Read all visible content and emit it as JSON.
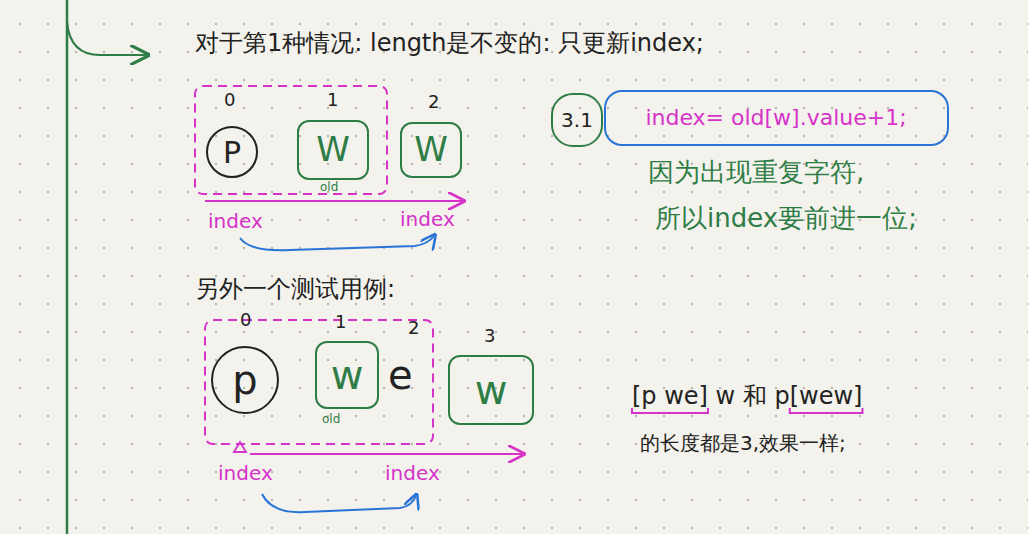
{
  "diagram": {
    "title": "对于第1种情况: length是不变的: 只更新index;",
    "nodes": [
      {
        "text": [
          "P"
        ]
      },
      {
        "text": [
          "W"
        ]
      },
      {
        "text": [
          "W"
        ]
      },
      {
        "text": [
          "3.1"
        ]
      },
      {
        "text": [
          "index= old[w].value+1;"
        ]
      },
      {
        "text": [
          "p"
        ]
      },
      {
        "text": [
          "w"
        ]
      },
      {
        "text": [
          "w"
        ]
      }
    ],
    "labels": [
      "0",
      "1",
      "2",
      "old",
      "index",
      "index",
      "因为出现重复字符,",
      "所以index要前进一位;",
      "另外一个测试用例:",
      "0",
      "1",
      "2",
      "3",
      "e",
      "old",
      "index",
      "index",
      "[p we] w 和 p[wew]",
      "的长度都是3,效果一样;"
    ]
  }
}
